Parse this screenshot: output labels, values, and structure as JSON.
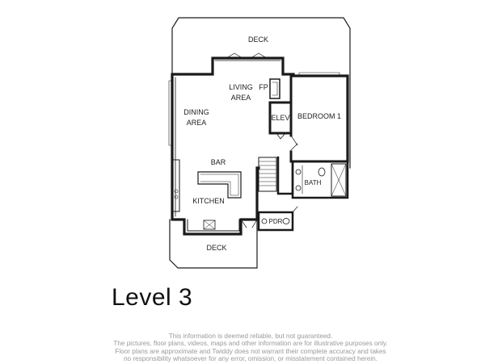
{
  "rooms": {
    "deck_top": "DECK",
    "living_area_line1": "LIVING",
    "living_area_line2": "AREA",
    "fireplace": "FP",
    "dining_area_line1": "DINING",
    "dining_area_line2": "AREA",
    "elevator": "ELEV",
    "bedroom_1": "BEDROOM 1",
    "bar": "BAR",
    "kitchen": "KITCHEN",
    "bath": "BATH",
    "powder_room": "PDR",
    "deck_bottom": "DECK"
  },
  "level_title": "Level 3",
  "disclaimer": {
    "line1": "This information is deemed reliable, but not guaranteed.",
    "line2": "The pictures, floor plans, videos, maps and other information are for illustrative purposes only.",
    "line3": "Floor plans are approximate and Twiddy does not warrant their complete accuracy and takes",
    "line4": "no responsibility whatsoever for any error, omission, or misstatement contained herein."
  }
}
